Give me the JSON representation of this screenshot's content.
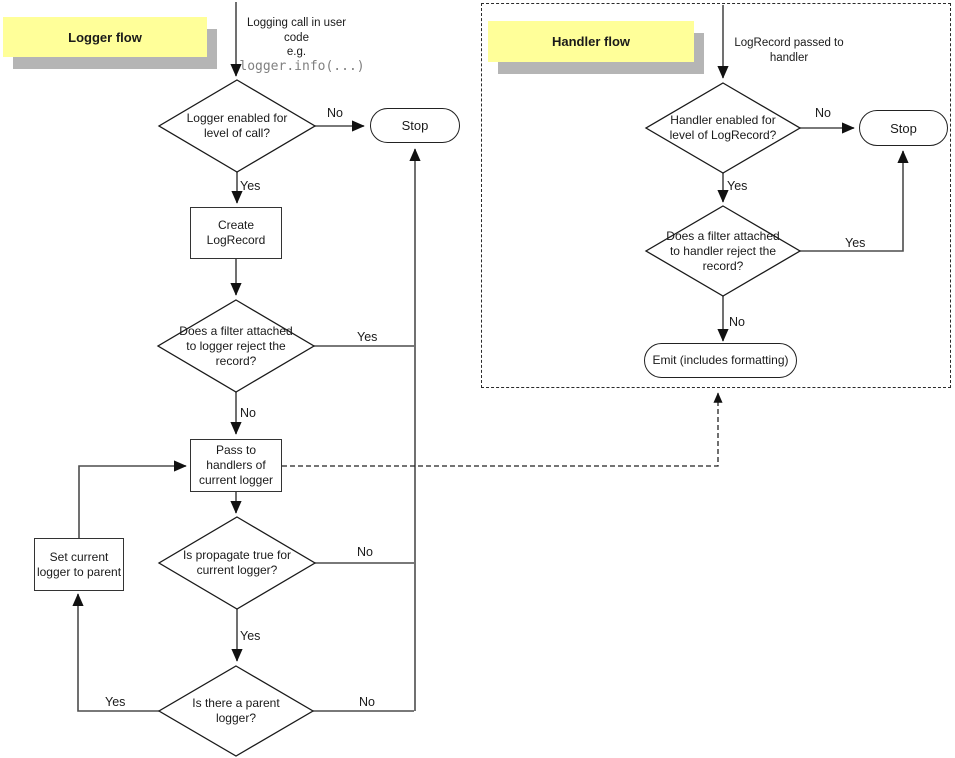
{
  "colors": {
    "note_fill": "#ffff99",
    "note_shadow": "#b5b5b5",
    "line": "#4d4d4d",
    "shape_border": "#333333",
    "code_text": "#808080",
    "background": "#ffffff"
  },
  "logger_flow": {
    "note_label": "Logger flow",
    "start_text": "Logging call in user\ncode\ne.g.",
    "start_code": "logger.info(...)",
    "nodes": {
      "enabled_q": "Logger enabled for\nlevel of call?",
      "stop": "Stop",
      "create": "Create\nLogRecord",
      "filter_q": "Does a filter attached\nto logger reject the\nrecord?",
      "pass": "Pass to\nhandlers of\ncurrent logger",
      "propagate_q": "Is propagate true for\ncurrent logger?",
      "set_parent": "Set current\nlogger to parent",
      "parent_q": "Is there a parent\nlogger?"
    },
    "labels": {
      "enabled_no": "No",
      "enabled_yes": "Yes",
      "filter_yes": "Yes",
      "filter_no": "No",
      "propagate_no": "No",
      "propagate_yes": "Yes",
      "parent_no": "No",
      "parent_yes": "Yes"
    }
  },
  "handler_flow": {
    "note_label": "Handler flow",
    "start_text": "LogRecord passed to\nhandler",
    "nodes": {
      "enabled_q": "Handler enabled for\nlevel of LogRecord?",
      "stop": "Stop",
      "filter_q": "Does a filter attached\nto handler reject the\nrecord?",
      "emit": "Emit (includes formatting)"
    },
    "labels": {
      "enabled_no": "No",
      "enabled_yes": "Yes",
      "filter_yes": "Yes",
      "filter_no": "No"
    }
  }
}
